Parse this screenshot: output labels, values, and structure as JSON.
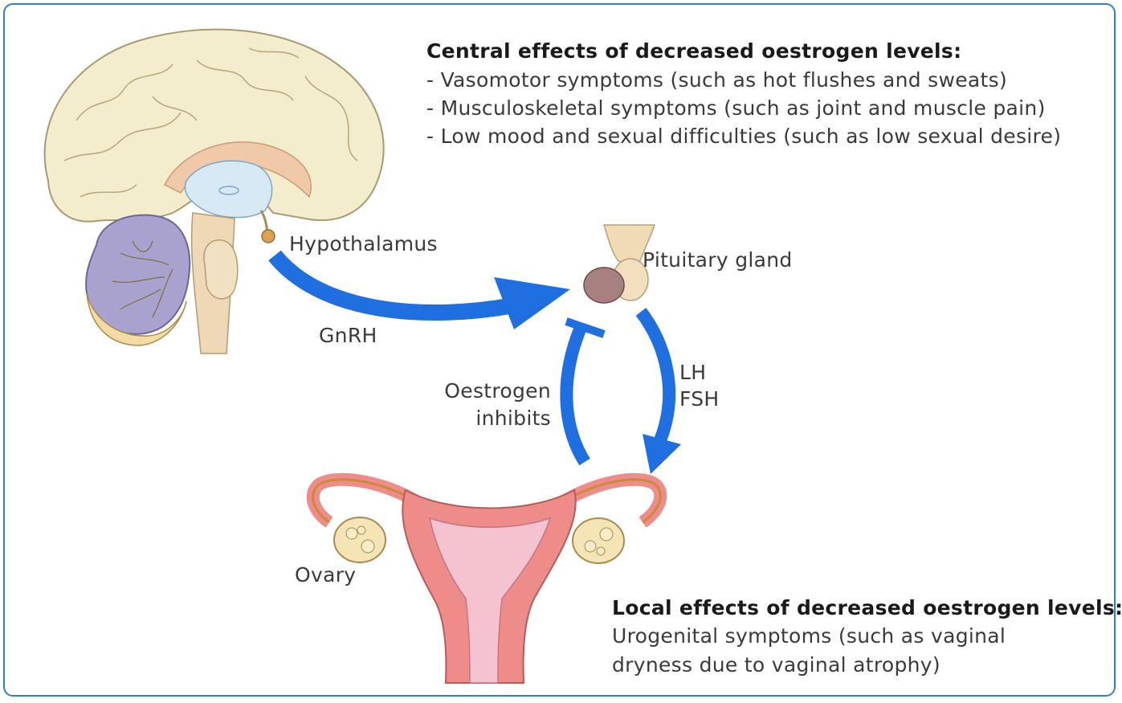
{
  "central": {
    "heading": "Central effects of decreased oestrogen levels:",
    "items": [
      "- Vasomotor symptoms (such as hot flushes and sweats)",
      "- Musculoskeletal symptoms (such as joint and muscle pain)",
      "- Low mood and sexual difficulties (such as low sexual desire)"
    ]
  },
  "labels": {
    "hypothalamus": "Hypothalamus",
    "pituitary": "Pituitary gland",
    "gnrh": "GnRH",
    "lh": "LH",
    "fsh": "FSH",
    "oestrogen_line1": "Oestrogen",
    "oestrogen_line2": "inhibits",
    "ovary": "Ovary"
  },
  "local": {
    "heading": "Local effects of decreased oestrogen levels:",
    "line1": "Urogenital symptoms (such as vaginal",
    "line2": "dryness due to vaginal atrophy)"
  },
  "colors": {
    "border": "#2f7fd0",
    "arrow": "#1f6fe0",
    "brain": "#f3eccd",
    "cerebellum": "#a9a2cf",
    "uterus": "#ee8c8a",
    "uterus_inner": "#f4c3cf",
    "ovary": "#f5e4b6",
    "pituitary": "#a98080"
  }
}
